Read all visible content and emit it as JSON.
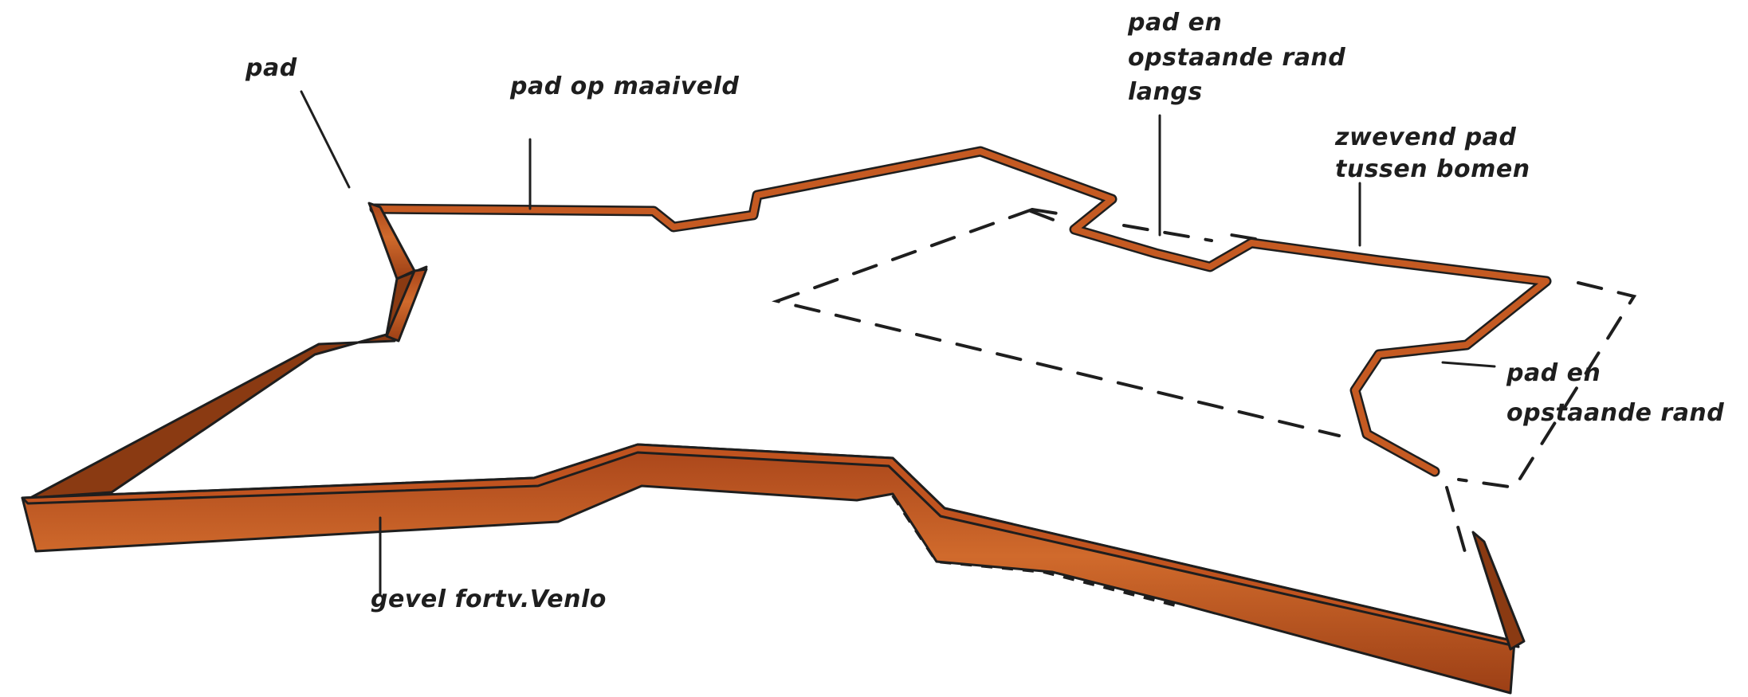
{
  "labels": {
    "pad": "pad",
    "pad_op_maaiveld": "pad op maaiveld",
    "pad_en_opstaande_rand_langs_1": "pad en",
    "pad_en_opstaande_rand_langs_2": "opstaande rand",
    "pad_en_opstaande_rand_langs_3": "langs",
    "zwevend_pad_1": "zwevend pad",
    "zwevend_pad_2": "tussen bomen",
    "pad_en_opstaande_rand_1": "pad en",
    "pad_en_opstaande_rand_2": "opstaande rand",
    "gevel": "gevel fortv.Venlo"
  },
  "colors": {
    "wall": "#c0531f",
    "wall_dark": "#8a3a12",
    "ink": "#1e1e1e",
    "background": "#ffffff"
  }
}
